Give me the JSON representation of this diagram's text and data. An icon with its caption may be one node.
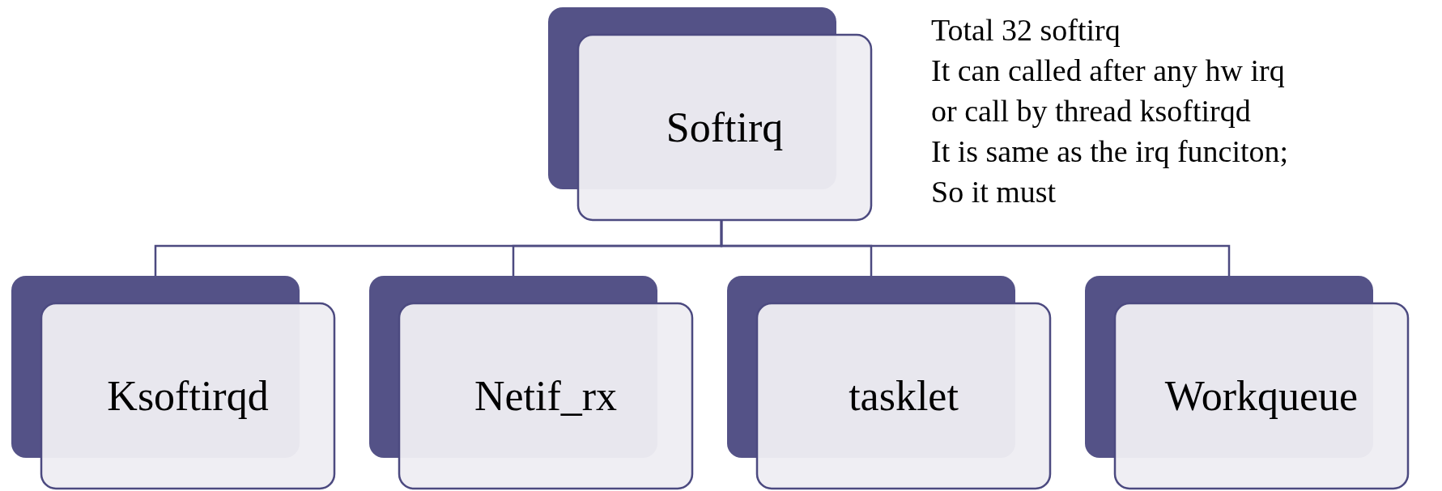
{
  "diagram": {
    "nodes": [
      {
        "text": [
          "Softirq"
        ]
      },
      {
        "text": [
          "Ksoftirqd"
        ]
      },
      {
        "text": [
          "Netif_rx"
        ]
      },
      {
        "text": [
          "tasklet"
        ]
      },
      {
        "text": [
          "Workqueue"
        ]
      }
    ],
    "edges": [
      {
        "from": 0,
        "to": 1,
        "arrow": "none"
      },
      {
        "from": 0,
        "to": 2,
        "arrow": "none"
      },
      {
        "from": 0,
        "to": 3,
        "arrow": "none"
      },
      {
        "from": 0,
        "to": 4,
        "arrow": "none"
      }
    ],
    "labels": [
      "Total 32 softirq",
      "It can called after any hw irq",
      "or call by thread ksoftirqd",
      "It is same as the irq funciton;",
      "So it must"
    ]
  }
}
